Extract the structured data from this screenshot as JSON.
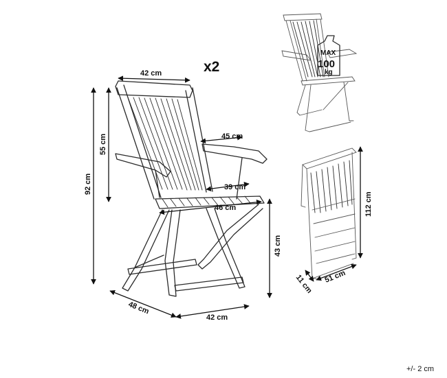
{
  "quantity_label": "x2",
  "tolerance_label": "+/- 2 cm",
  "dimensions": {
    "backrest_width": "42 cm",
    "total_height": "92 cm",
    "backrest_height": "55 cm",
    "armrest_depth": "45 cm",
    "seat_depth_upper": "39 cm",
    "seat_width": "46 cm",
    "seat_height": "43 cm",
    "base_depth": "48 cm",
    "base_width": "42 cm",
    "folded_height": "112 cm",
    "folded_depth": "51 cm",
    "folded_thickness": "11 cm"
  },
  "load_badge": {
    "line1": "MAX",
    "line2": "100",
    "line3": "kg"
  }
}
